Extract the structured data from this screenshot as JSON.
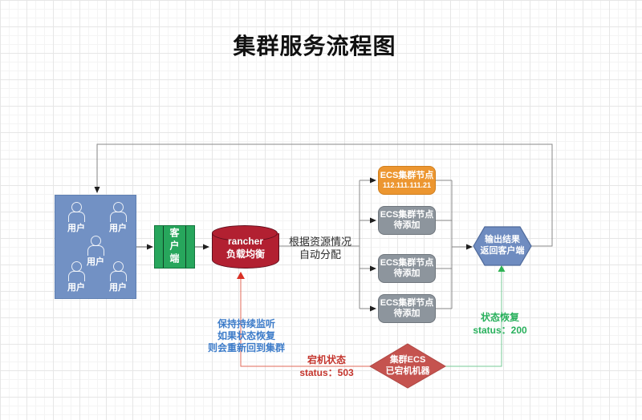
{
  "title": "集群服务流程图",
  "colors": {
    "user-blue": "#7291c4",
    "user-blue-border": "#5f80b2",
    "green": "#27a65c",
    "green-dark": "#14763e",
    "red": "#b22031",
    "red-dark": "#5e0f1d",
    "orange": "#ec9630",
    "orange-border": "#d07f1e",
    "gray": "#8d959d",
    "gray-border": "#6f767d",
    "hex-blue": "#6f8cc0",
    "hex-blue-border": "#4f6a9b",
    "diamond-red": "#c5534f",
    "diamond-red-border": "#b04844",
    "connector": "#8a8a8a",
    "flow": "#646464",
    "arrow-dark": "#1f1f1f",
    "line-red": "#e26a5a",
    "arrow-red": "#d93025",
    "line-green": "#77cb97",
    "arrow-green": "#2eb353",
    "note-blue": "#3d7cc9",
    "status-red": "#c4342c",
    "status-green": "#28b05c"
  },
  "nodes": {
    "users": {
      "members": [
        "用户",
        "用户",
        "用户",
        "用户",
        "用户"
      ]
    },
    "client": {
      "label": "客户端"
    },
    "balancer": {
      "line1": "rancher",
      "line2": "负载均衡"
    },
    "ecs": [
      {
        "line1": "ECS集群节点",
        "line2": "112.111.111.21"
      },
      {
        "line1": "ECS集群节点",
        "line2": "待添加"
      },
      {
        "line1": "ECS集群节点",
        "line2": "待添加"
      },
      {
        "line1": "ECS集群节点",
        "line2": "待添加"
      }
    ],
    "output": {
      "line1": "输出结果",
      "line2": "返回客户端"
    },
    "down_ecs": {
      "line1": "集群ECS",
      "line2": "已宕机机器"
    }
  },
  "labels": {
    "allocate": {
      "line1": "根据资源情况",
      "line2": "自动分配"
    },
    "monitor_note": {
      "line1": "保持持续监听",
      "line2": "如果状态恢复",
      "line3": "则会重新回到集群"
    },
    "down_status": {
      "line1": "宕机状态",
      "line2": "status：503"
    },
    "recover_status": {
      "line1": "状态恢复",
      "line2": "status：200"
    }
  }
}
